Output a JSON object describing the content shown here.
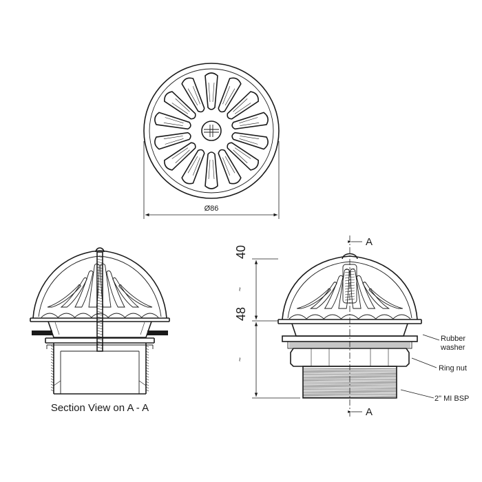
{
  "top_view": {
    "diameter_label": "Ø86"
  },
  "section_view": {
    "caption": "Section View on A - A"
  },
  "side_view": {
    "section_mark_top": "A",
    "section_mark_bottom": "A",
    "dimension_upper": "40",
    "dimension_lower": "48",
    "approx_upper": "~",
    "approx_lower": "~",
    "callout_washer_line1": "Rubber",
    "callout_washer_line2": "washer",
    "callout_ring_nut": "Ring nut",
    "callout_thread": "2\" MI BSP"
  }
}
